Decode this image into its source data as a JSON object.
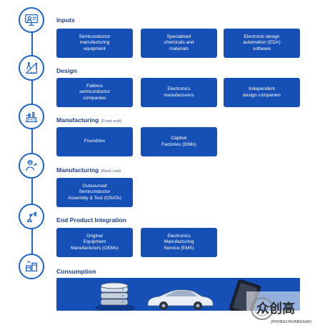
{
  "sections": [
    {
      "title": "Inputs",
      "subtitle": "",
      "icon": "engineer-at-workstation-icon",
      "boxes": [
        "Semiconductor\nmanufacturing\nequipment",
        "Specialised\nchemicals and\nmaterials",
        "Electronic design\nautomation (EDA)\nsoftware"
      ]
    },
    {
      "title": "Design",
      "subtitle": "",
      "icon": "ruler-and-compass-icon",
      "boxes": [
        "Fabless\nsemiconductor\ncompanies",
        "Electronics\nmanufacturers",
        "Independent\ndesign companies"
      ]
    },
    {
      "title": "Manufacturing",
      "subtitle": "(Front end)",
      "icon": "factory-wafer-icon",
      "boxes": [
        "Foundries",
        "Captive\nFactories (IDMs)"
      ]
    },
    {
      "title": "Manufacturing",
      "subtitle": "(Back end)",
      "icon": "worker-with-tool-icon",
      "boxes": [
        "Outsourced\nSemiconductor\nAssembly & Test (OSATs)"
      ]
    },
    {
      "title": "End Product Integration",
      "subtitle": "",
      "icon": "robotic-arm-icon",
      "boxes": [
        "Original\nEquipment\nManufacturers (OEMs)",
        "Electronics\nManufacturing\nService (EMS)"
      ]
    },
    {
      "title": "Consumption",
      "subtitle": "",
      "icon": "shopping-boxes-icon",
      "boxes": []
    }
  ],
  "consumption_images": [
    "server-stack-icon",
    "car-icon",
    "tablet-icon"
  ],
  "watermark": {
    "text": "众创高",
    "subtext": "ZHONGCHUANGGAO"
  },
  "colors": {
    "box": "#1650b7",
    "heading": "#1e3f8f",
    "spine": "#1e63c8"
  }
}
